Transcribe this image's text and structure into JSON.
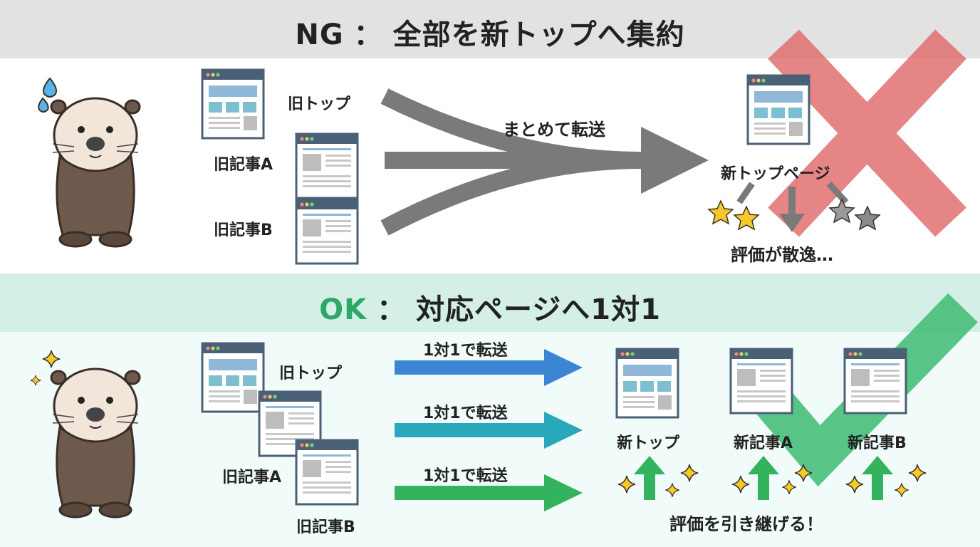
{
  "ng": {
    "title_tag": "NG",
    "title_sep": "：",
    "title_text": "全部を新トップへ集約",
    "old_top": "旧トップ",
    "old_article_a": "旧記事A",
    "old_article_b": "旧記事B",
    "arrow_label": "まとめて転送",
    "new_top_page": "新トップページ",
    "result": "評価が散逸…"
  },
  "ok": {
    "title_tag": "OK",
    "title_sep": "：",
    "title_text": "対応ページへ1対1",
    "old_top": "旧トップ",
    "old_article_a": "旧記事A",
    "old_article_b": "旧記事B",
    "arrow_labels": [
      "1対1で転送",
      "1対1で転送",
      "1対1で転送"
    ],
    "new_top": "新トップ",
    "new_article_a": "新記事A",
    "new_article_b": "新記事B",
    "result": "評価を引き継げる！"
  },
  "colors": {
    "ng_cross": "#e06b6b",
    "ok_check": "#3dbb72",
    "arrow_gray": "#7a7a7a",
    "arrow_blue": "#3a86d4",
    "arrow_teal": "#28a8b8",
    "arrow_green": "#34b35e",
    "otter_brown": "#6e5a4c"
  },
  "icons": [
    "worried-otter-icon",
    "confident-otter-icon",
    "sweat-drop-icon",
    "sparkle-icon",
    "star-icon",
    "browser-window-icon"
  ]
}
